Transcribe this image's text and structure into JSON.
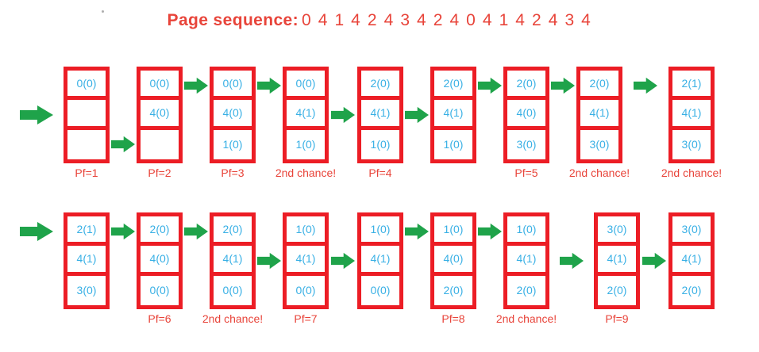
{
  "title": {
    "label": "Page sequence:",
    "sequence": "0 4 1 4 2 4 3 4 2 4 0 4 1 4 2 4 3 4"
  },
  "colors": {
    "frame_red": "#ec1d25",
    "caption_red": "#e8443a",
    "cell_text_blue": "#39b0e5",
    "arrow_green": "#1fa34a",
    "background": "#ffffff"
  },
  "rows": [
    {
      "name": "row-1",
      "columns": [
        {
          "cells": [
            "0(0)",
            "",
            ""
          ],
          "caption": "Pf=1",
          "in_arrow": {
            "slot": 2,
            "size": "big"
          }
        },
        {
          "cells": [
            "0(0)",
            "4(0)",
            ""
          ],
          "caption": "Pf=2",
          "in_arrow": {
            "slot": 3,
            "size": "small"
          }
        },
        {
          "cells": [
            "0(0)",
            "4(0)",
            "1(0)"
          ],
          "caption": "Pf=3",
          "in_arrow": {
            "slot": 1,
            "size": "small"
          }
        },
        {
          "cells": [
            "0(0)",
            "4(1)",
            "1(0)"
          ],
          "caption": "2nd chance!",
          "in_arrow": {
            "slot": 1,
            "size": "small"
          }
        },
        {
          "cells": [
            "2(0)",
            "4(1)",
            "1(0)"
          ],
          "caption": "Pf=4",
          "in_arrow": {
            "slot": 2,
            "size": "small"
          }
        },
        {
          "cells": [
            "2(0)",
            "4(1)",
            "1(0)"
          ],
          "caption": "",
          "in_arrow": {
            "slot": 2,
            "size": "small"
          }
        },
        {
          "cells": [
            "2(0)",
            "4(0)",
            "3(0)"
          ],
          "caption": "Pf=5",
          "in_arrow": {
            "slot": 1,
            "size": "small"
          }
        },
        {
          "cells": [
            "2(0)",
            "4(1)",
            "3(0)"
          ],
          "caption": "2nd chance!",
          "in_arrow": {
            "slot": 1,
            "size": "small"
          }
        },
        {
          "cells": [
            "2(1)",
            "4(1)",
            "3(0)"
          ],
          "caption": "2nd chance!",
          "in_arrow": {
            "slot": 1,
            "size": "small"
          }
        }
      ]
    },
    {
      "name": "row-2",
      "columns": [
        {
          "cells": [
            "2(1)",
            "4(1)",
            "3(0)"
          ],
          "caption": "",
          "in_arrow": {
            "slot": 1,
            "size": "big"
          }
        },
        {
          "cells": [
            "2(0)",
            "4(0)",
            "0(0)"
          ],
          "caption": "Pf=6",
          "in_arrow": {
            "slot": 1,
            "size": "small"
          }
        },
        {
          "cells": [
            "2(0)",
            "4(1)",
            "0(0)"
          ],
          "caption": "2nd chance!",
          "in_arrow": {
            "slot": 1,
            "size": "small"
          }
        },
        {
          "cells": [
            "1(0)",
            "4(1)",
            "0(0)"
          ],
          "caption": "Pf=7",
          "in_arrow": {
            "slot": 2,
            "size": "small"
          }
        },
        {
          "cells": [
            "1(0)",
            "4(1)",
            "0(0)"
          ],
          "caption": "",
          "in_arrow": {
            "slot": 2,
            "size": "small"
          }
        },
        {
          "cells": [
            "1(0)",
            "4(0)",
            "2(0)"
          ],
          "caption": "Pf=8",
          "in_arrow": {
            "slot": 1,
            "size": "small"
          }
        },
        {
          "cells": [
            "1(0)",
            "4(1)",
            "2(0)"
          ],
          "caption": "2nd chance!",
          "in_arrow": {
            "slot": 1,
            "size": "small"
          }
        },
        {
          "cells": [
            "3(0)",
            "4(1)",
            "2(0)"
          ],
          "caption": "Pf=9",
          "in_arrow": {
            "slot": 2,
            "size": "small"
          }
        },
        {
          "cells": [
            "3(0)",
            "4(1)",
            "2(0)"
          ],
          "caption": "",
          "in_arrow": {
            "slot": 2,
            "size": "small"
          }
        }
      ]
    }
  ]
}
